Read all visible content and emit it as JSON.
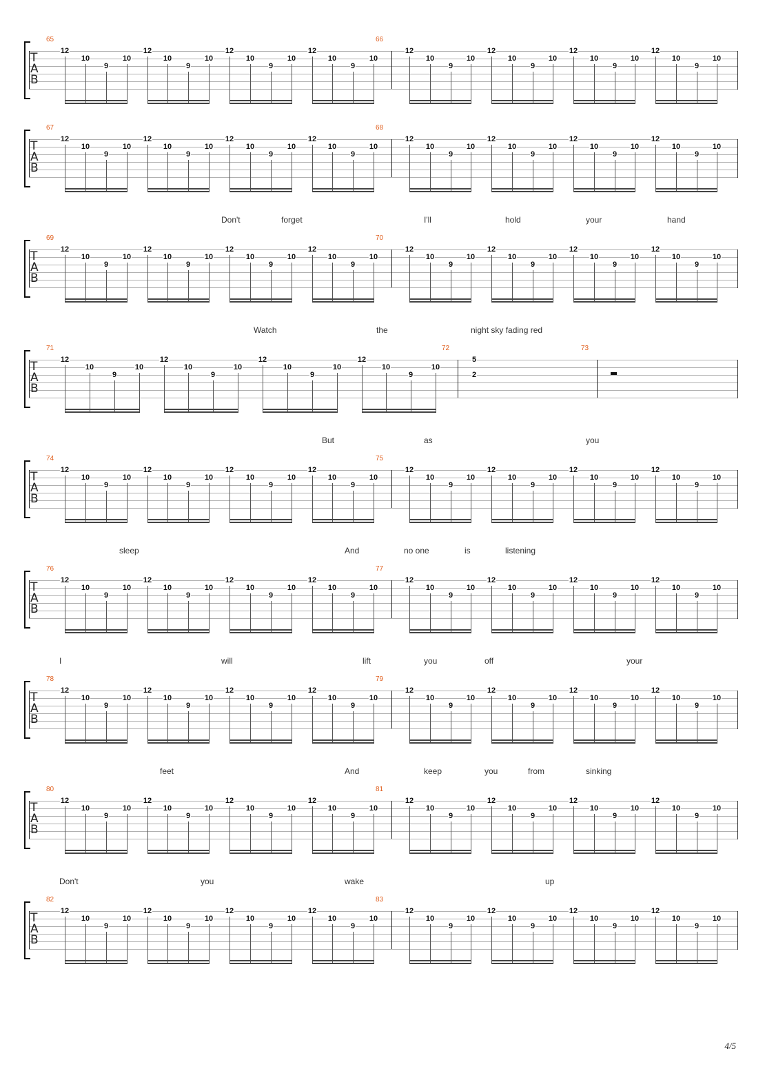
{
  "page": {
    "number": "4/5"
  },
  "tab_letters": [
    "T",
    "A",
    "B"
  ],
  "pattern": [
    "12",
    "10",
    "9",
    "10"
  ],
  "systems": [
    {
      "lyrics": [],
      "measures": [
        {
          "number": "65",
          "beats": 4,
          "content": "pattern"
        },
        {
          "number": "66",
          "beats": 4,
          "content": "pattern"
        }
      ]
    },
    {
      "lyrics": [],
      "measures": [
        {
          "number": "67",
          "beats": 4,
          "content": "pattern"
        },
        {
          "number": "68",
          "beats": 4,
          "content": "pattern"
        }
      ]
    },
    {
      "lyrics": [
        {
          "text": "Don't"
        },
        {
          "text": "forget"
        },
        {
          "text": "I'll"
        },
        {
          "text": "hold"
        },
        {
          "text": "your"
        },
        {
          "text": "hand"
        }
      ],
      "measures": [
        {
          "number": "69",
          "beats": 4,
          "content": "pattern"
        },
        {
          "number": "70",
          "beats": 4,
          "content": "pattern"
        }
      ]
    },
    {
      "lyrics": [
        {
          "text": "Watch"
        },
        {
          "text": "the"
        },
        {
          "text": "night sky fading red"
        }
      ],
      "measures": [
        {
          "number": "71",
          "beats": 4,
          "content": "pattern"
        },
        {
          "number": "72",
          "content": "chord",
          "notes": [
            "5",
            "2"
          ]
        },
        {
          "number": "73",
          "content": "rest"
        }
      ]
    },
    {
      "lyrics": [
        {
          "text": "But"
        },
        {
          "text": "as"
        },
        {
          "text": "you"
        }
      ],
      "measures": [
        {
          "number": "74",
          "beats": 4,
          "content": "pattern"
        },
        {
          "number": "75",
          "beats": 4,
          "content": "pattern"
        }
      ]
    },
    {
      "lyrics": [
        {
          "text": "sleep"
        },
        {
          "text": "And"
        },
        {
          "text": "no one"
        },
        {
          "text": "is"
        },
        {
          "text": "listening"
        }
      ],
      "measures": [
        {
          "number": "76",
          "beats": 4,
          "content": "pattern"
        },
        {
          "number": "77",
          "beats": 4,
          "content": "pattern"
        }
      ]
    },
    {
      "lyrics": [
        {
          "text": "I"
        },
        {
          "text": "will"
        },
        {
          "text": "lift"
        },
        {
          "text": "you"
        },
        {
          "text": "off"
        },
        {
          "text": "your"
        }
      ],
      "measures": [
        {
          "number": "78",
          "beats": 4,
          "content": "pattern"
        },
        {
          "number": "79",
          "beats": 4,
          "content": "pattern"
        }
      ]
    },
    {
      "lyrics": [
        {
          "text": "feet"
        },
        {
          "text": "And"
        },
        {
          "text": "keep"
        },
        {
          "text": "you"
        },
        {
          "text": "from"
        },
        {
          "text": "sinking"
        }
      ],
      "measures": [
        {
          "number": "80",
          "beats": 4,
          "content": "pattern"
        },
        {
          "number": "81",
          "beats": 4,
          "content": "pattern"
        }
      ]
    },
    {
      "lyrics": [
        {
          "text": "Don't"
        },
        {
          "text": "you"
        },
        {
          "text": "wake"
        },
        {
          "text": "up"
        }
      ],
      "measures": [
        {
          "number": "82",
          "beats": 4,
          "content": "pattern"
        },
        {
          "number": "83",
          "beats": 4,
          "content": "pattern"
        }
      ]
    }
  ]
}
